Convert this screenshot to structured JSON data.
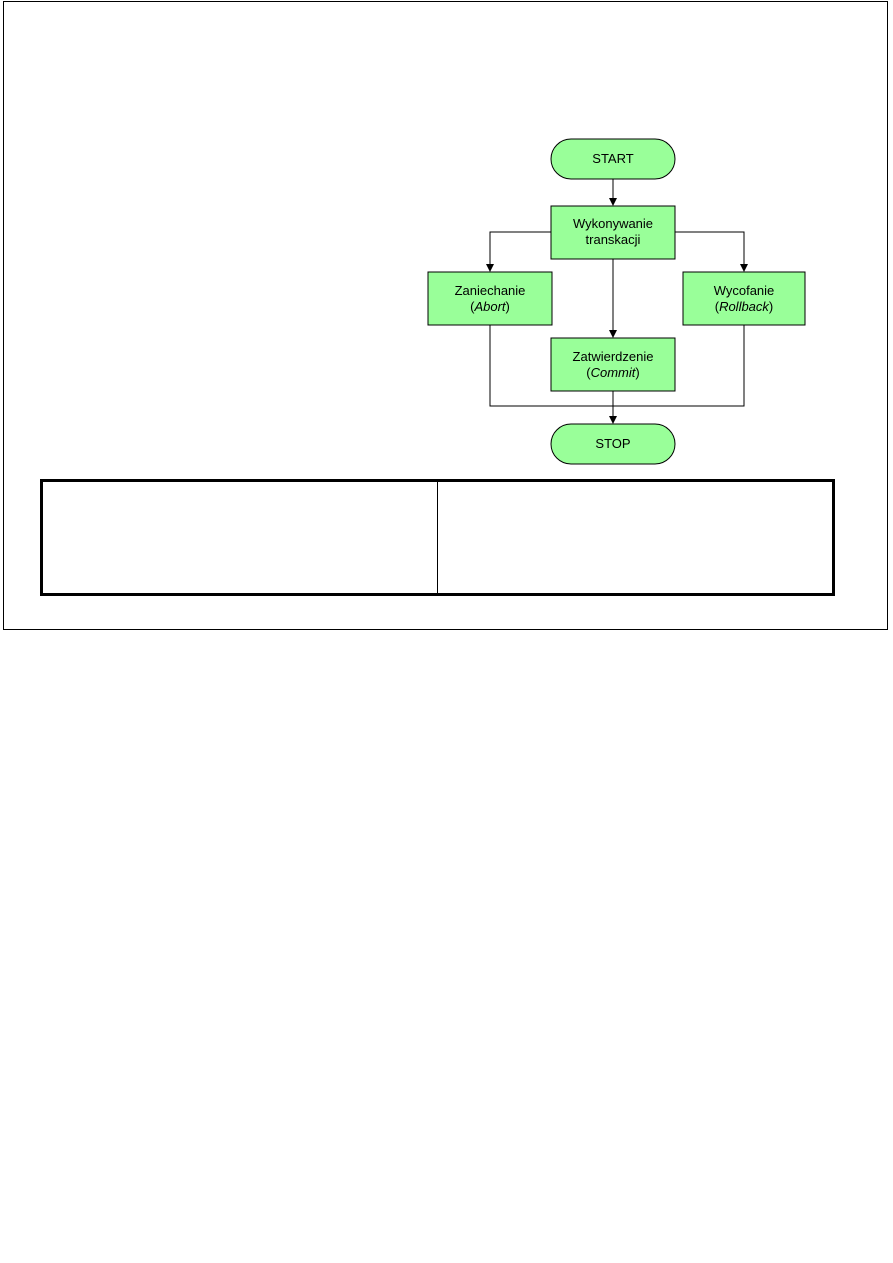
{
  "colors": {
    "node_fill": "#99ff99",
    "line": "#000000"
  },
  "flowchart": {
    "start": "START",
    "execute": {
      "line1": "Wykonywanie",
      "line2": "transkacji"
    },
    "abort": {
      "label": "Zaniechanie",
      "italic": "Abort"
    },
    "rollback": {
      "label": "Wycofanie",
      "italic": "Rollback"
    },
    "commit": {
      "label": "Zatwierdzenie",
      "italic": "Commit"
    },
    "stop": "STOP"
  },
  "table": {
    "columns": 2,
    "cells": [
      "",
      ""
    ]
  }
}
